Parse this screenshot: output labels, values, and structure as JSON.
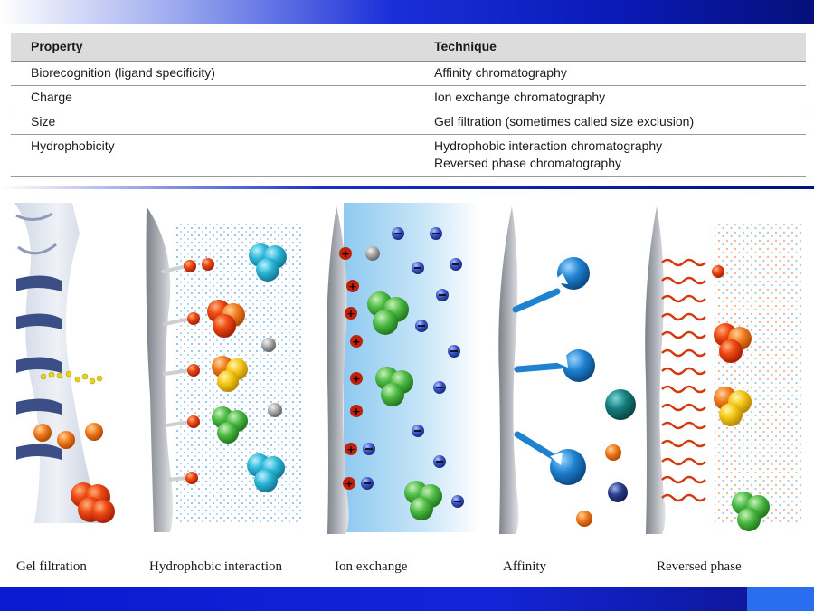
{
  "table": {
    "headers": {
      "property": "Property",
      "technique": "Technique"
    },
    "rows": [
      {
        "property": "Biorecognition (ligand specificity)",
        "technique": [
          "Affinity chromatography"
        ]
      },
      {
        "property": "Charge",
        "technique": [
          "Ion exchange chromatography"
        ]
      },
      {
        "property": "Size",
        "technique": [
          "Gel filtration (sometimes called size exclusion)"
        ]
      },
      {
        "property": "Hydrophobicity",
        "technique": [
          "Hydrophobic interaction chromatography",
          "Reversed phase chromatography"
        ]
      }
    ]
  },
  "panels": [
    {
      "label": "Gel filtration"
    },
    {
      "label": "Hydrophobic interaction"
    },
    {
      "label": "Ion exchange"
    },
    {
      "label": "Affinity"
    },
    {
      "label": "Reversed phase"
    }
  ],
  "colors": {
    "red": "#e43d12",
    "orange": "#f07a1c",
    "yellow": "#f5d419",
    "green": "#4fbf4a",
    "cyan": "#2bb6d6",
    "grey": "#a9a9a9",
    "blue_ion": "#3c57c9",
    "affinity_blue": "#1f82d0",
    "teal": "#137c7c",
    "navy": "#2a3f8c",
    "banner": "#1424d8"
  }
}
